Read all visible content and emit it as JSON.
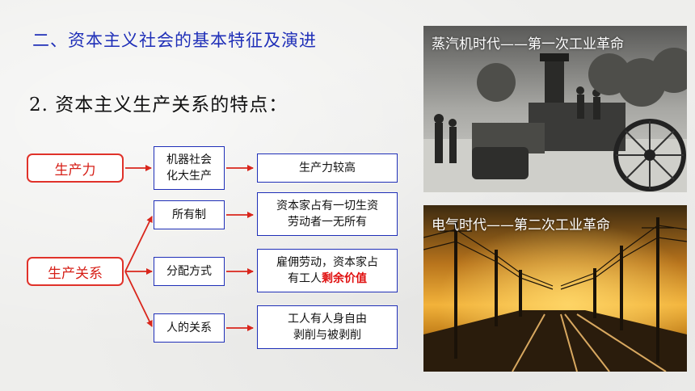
{
  "section_title": "二、资本主义社会的基本特征及演进",
  "subtitle": "2. 资本主义生产关系的特点：",
  "left_boxes": {
    "productivity": "生产力",
    "relations": "生产关系"
  },
  "middle_boxes": {
    "machine": "机器社会\n化大生产",
    "ownership": "所有制",
    "distribution": "分配方式",
    "people": "人的关系"
  },
  "right_boxes": {
    "productivity_level": "生产力较高",
    "ownership_desc": "资本家占有一切生资\n劳动者一无所有",
    "distribution_desc_pre": "雇佣劳动，资本家占\n有工人",
    "distribution_desc_highlight": "剩余价值",
    "people_desc": "工人有人身自由\n剥削与被剥削"
  },
  "photos": {
    "steam_caption": "蒸汽机时代——第一次工业革命",
    "electric_caption": "电气时代——第二次工业革命"
  },
  "colors": {
    "title_blue": "#1f2fb8",
    "arrow_red": "#d9261c",
    "highlight_red": "#e01010"
  }
}
